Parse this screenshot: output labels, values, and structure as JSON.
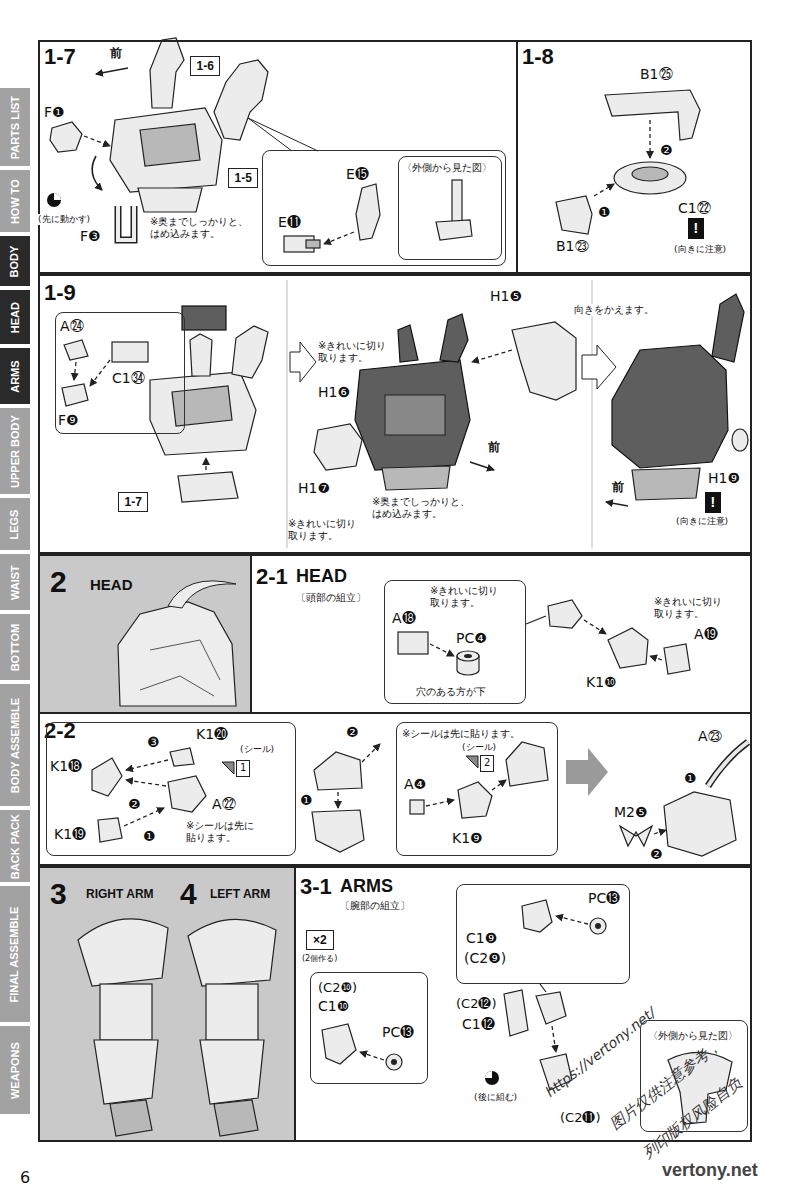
{
  "diagram": {
    "nodes": [
      {
        "text": [
          "PARTS LIST"
        ]
      },
      {
        "text": [
          "HOW TO"
        ]
      },
      {
        "text": [
          "BODY"
        ]
      },
      {
        "text": [
          "HEAD"
        ]
      },
      {
        "text": [
          "ARMS"
        ]
      },
      {
        "text": [
          "UPPER BODY"
        ]
      },
      {
        "text": [
          "LEGS"
        ]
      },
      {
        "text": [
          "WAIST"
        ]
      },
      {
        "text": [
          "BOTTOM"
        ]
      },
      {
        "text": [
          "BODY ASSEMBLE"
        ]
      },
      {
        "text": [
          "BACK PACK"
        ]
      },
      {
        "text": [
          "FINAL ASSEMBLE"
        ]
      },
      {
        "text": [
          "WEAPONS"
        ]
      },
      {
        "text": [
          "1-7"
        ]
      },
      {
        "text": [
          "1-6"
        ],
        "in": 13
      },
      {
        "text": [
          "1-5"
        ],
        "in": 13
      },
      {
        "text": [
          "E⓫",
          "E⓯"
        ],
        "in": 13
      },
      {
        "text": [
          "〈外側から見た図〉"
        ],
        "in": 16
      },
      {
        "text": [
          "1-8"
        ]
      },
      {
        "text": [
          "!"
        ],
        "in": 18
      },
      {
        "text": [
          "1-9"
        ]
      },
      {
        "text": [
          "A㉔",
          "C1㉞",
          "F❾"
        ],
        "in": 20
      },
      {
        "text": [
          "1-7"
        ],
        "in": 20
      },
      {
        "text": [
          "!"
        ],
        "in": 20
      },
      {
        "text": [
          "2",
          "HEAD"
        ]
      },
      {
        "text": [
          "2-1",
          "HEAD",
          "〔頭部の組立〕"
        ]
      },
      {
        "text": [
          "※きれいに切り取ります。",
          "A⓲",
          "PC❹",
          "穴のある方が下"
        ],
        "in": 25
      },
      {
        "text": [
          "2-2"
        ]
      },
      {
        "text": [
          "K1⓲",
          "❸",
          "K1⓴",
          "(シール)",
          "❷",
          "A㉒",
          "※シールは先に貼ります。",
          "❶",
          "K1⓳"
        ],
        "in": 27
      },
      {
        "text": [
          "1"
        ],
        "in": 28
      },
      {
        "text": [
          "※シールは先に貼ります。",
          "(シール)",
          "A❹",
          "K1❾"
        ],
        "in": 27
      },
      {
        "text": [
          "2"
        ],
        "in": 30
      },
      {
        "text": [
          "3",
          "RIGHT ARM",
          "4",
          "LEFT ARM"
        ]
      },
      {
        "text": [
          "3-1",
          "ARMS",
          "〔腕部の組立〕"
        ]
      },
      {
        "text": [
          "×2"
        ],
        "in": 33
      },
      {
        "text": [
          "PC⓭",
          "C1❾",
          "(C2❾)"
        ],
        "in": 33
      },
      {
        "text": [
          "(C2❿)",
          "C1❿",
          "PC⓭"
        ],
        "in": 33
      },
      {
        "text": [
          "〈外側から見た図〉"
        ],
        "in": 33
      }
    ],
    "labels": [
      "前",
      "F❶",
      "(先に動かす)",
      "F❸",
      "※奥までしっかりと、はめ込みます。",
      "B1㉕",
      "❷",
      "❶",
      "B1㉓",
      "C1㉒",
      "(向きに注意)",
      "※きれいに切り取ります。",
      "H1❻",
      "H1❺",
      "前",
      "H1❼",
      "※奥までしっかりと、はめ込みます。",
      "※きれいに切り取ります。",
      "向きをかえます。",
      "前",
      "H1❾",
      "(向きに注意)",
      "K1❿",
      "※きれいに切り取ります。",
      "A⓳",
      "❷",
      "❶",
      "A㉓",
      "❶",
      "M2❺",
      "❷",
      "(2個作る)",
      "(C2⓬)",
      "C1⓬",
      "(後に組む)",
      "(C2⓫)",
      "https://vertony.net/",
      "图片仅供注意参考，",
      "列印版权风险自负",
      "vertony.net",
      "6"
    ]
  }
}
